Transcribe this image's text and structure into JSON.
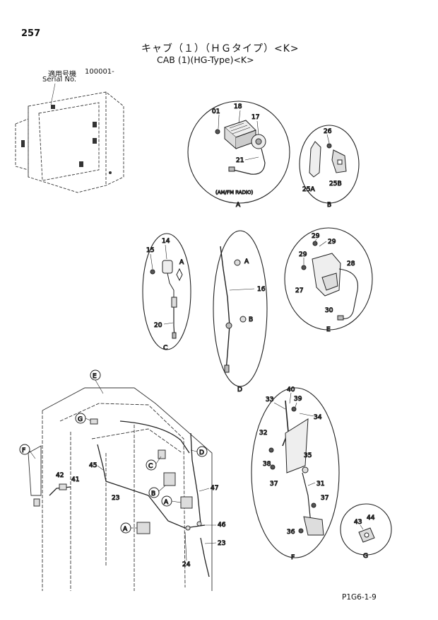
{
  "page": {
    "number": "257",
    "title_jp": "キャブ（１）（ＨＧタイプ）<K>",
    "title_en": "CAB (1)(HG-Type)<K>",
    "serial_label_jp": "適用号機",
    "serial_value": "100001-",
    "serial_label_en": "Serial No.",
    "footer_code": "P1G6-1-9"
  },
  "detail_views": {
    "A": {
      "letter": "A",
      "note": "(AM/FM RADIO)",
      "parts": [
        "01",
        "18",
        "17",
        "21"
      ]
    },
    "B": {
      "letter": "B",
      "parts": [
        "26",
        "25A",
        "25B"
      ]
    },
    "C": {
      "letter": "C",
      "parts": [
        "14",
        "15",
        "A",
        "20"
      ]
    },
    "D": {
      "letter": "D",
      "parts": [
        "A",
        "16",
        "B"
      ]
    },
    "E": {
      "letter": "E",
      "parts": [
        "29",
        "29",
        "28",
        "27",
        "30"
      ]
    },
    "F": {
      "letter": "F",
      "parts": [
        "40",
        "33",
        "39",
        "34",
        "32",
        "35",
        "38",
        "37",
        "31",
        "37",
        "36"
      ]
    },
    "G": {
      "letter": "G",
      "parts": [
        "43",
        "44"
      ]
    }
  },
  "main_view": {
    "callouts": [
      "E",
      "G",
      "F",
      "C",
      "D",
      "B",
      "A",
      "A"
    ],
    "parts": [
      "42",
      "41",
      "45",
      "23",
      "47",
      "46",
      "23",
      "24"
    ]
  }
}
